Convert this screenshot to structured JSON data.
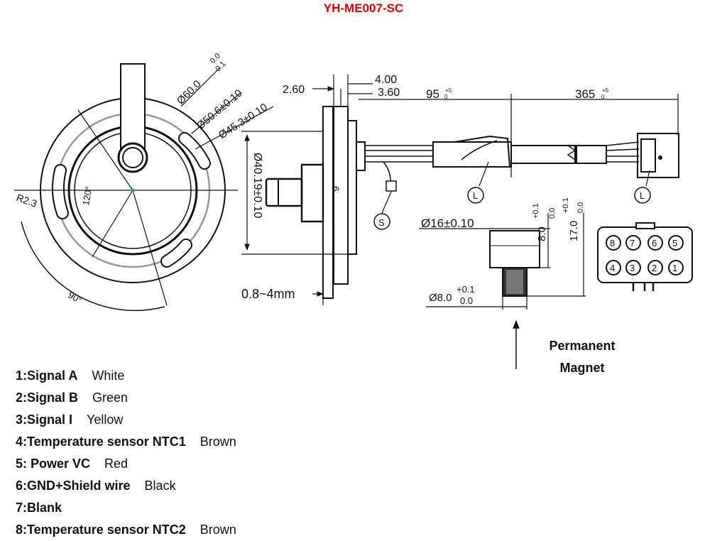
{
  "title": "YH-ME007-SC",
  "dims": {
    "d60": "Ø60.0",
    "d60_tol_up": "0.0",
    "d60_tol_dn": "-0.1",
    "d50": "Ø50.6±0.10",
    "d45": "Ø45.3±0.10",
    "d40": "Ø40.19±0.10",
    "r": "R2.3",
    "angle120": "120°",
    "angle90": "90°",
    "t260": "2.60",
    "t400": "4.00",
    "t360": "3.60",
    "d6": "6",
    "gap": "0.8~4mm",
    "len95": "95",
    "len95_tol": "+5",
    "len95_tol0": "0",
    "len365": "365",
    "len365_tol": "+5",
    "len365_tol0": "0",
    "d16": "Ø16±0.10",
    "h8": "8.0",
    "h8_up": "+0.1",
    "h8_dn": "0.0",
    "h17": "17.0",
    "h17_up": "+0.1",
    "h17_dn": "0.0",
    "d8": "Ø8.0",
    "d8_up": "+0.1",
    "d8_dn": "0.0"
  },
  "markers": {
    "s": "S",
    "l1": "L",
    "l2": "L"
  },
  "connector_pins": {
    "top": [
      "8",
      "7",
      "6",
      "5"
    ],
    "bottom": [
      "4",
      "3",
      "2",
      "1"
    ]
  },
  "magnet_label": [
    "Permanent",
    "Magnet"
  ],
  "pinout": [
    {
      "label": "1:Signal A",
      "color": "White"
    },
    {
      "label": "2:Signal B",
      "color": "Green"
    },
    {
      "label": "3:Signal I",
      "color": "Yellow"
    },
    {
      "label": "4:Temperature sensor NTC1",
      "color": "Brown"
    },
    {
      "label": "5: Power VC",
      "color": "Red"
    },
    {
      "label": "6:GND+Shield wire",
      "color": "Black"
    },
    {
      "label": "7:Blank",
      "color": ""
    },
    {
      "label": "8:Temperature sensor NTC2",
      "color": "Brown"
    }
  ]
}
